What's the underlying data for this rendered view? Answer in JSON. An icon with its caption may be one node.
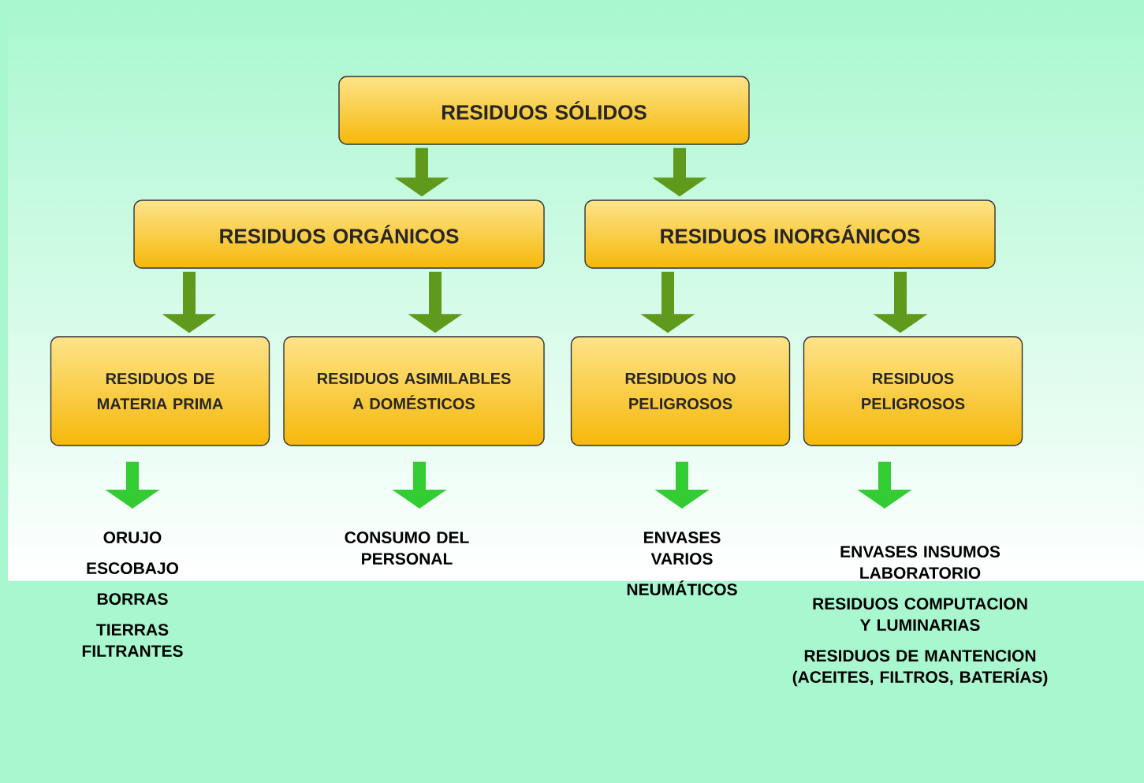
{
  "diagram": {
    "nodes": [
      {
        "text": [
          "RESIDUOS SÓLIDOS"
        ]
      },
      {
        "text": [
          "RESIDUOS ORGÁNICOS"
        ]
      },
      {
        "text": [
          "RESIDUOS INORGÁNICOS"
        ]
      },
      {
        "text": [
          "RESIDUOS DE MATERIA PRIMA"
        ]
      },
      {
        "text": [
          "RESIDUOS ASIMILABLES A DOMÉSTICOS"
        ]
      },
      {
        "text": [
          "RESIDUOS NO PELIGROSOS"
        ]
      },
      {
        "text": [
          "RESIDUOS PELIGROSOS"
        ]
      },
      {
        "text": [
          "ORUJO",
          "ESCOBAJO",
          "BORRAS",
          "TIERRAS FILTRANTES"
        ]
      },
      {
        "text": [
          "CONSUMO DEL PERSONAL"
        ]
      },
      {
        "text": [
          "ENVASES VARIOS",
          "NEUMÁTICOS"
        ]
      },
      {
        "text": [
          "ENVASES INSUMOS LABORATORIO",
          "RESIDUOS COMPUTACION Y LUMINARIAS",
          "RESIDUOS DE MANTENCION (ACEITES, FILTROS, BATERÍAS)"
        ]
      }
    ],
    "edges": [
      {
        "from": 0,
        "to": 1,
        "arrow": "to"
      },
      {
        "from": 0,
        "to": 2,
        "arrow": "to"
      },
      {
        "from": 1,
        "to": 3,
        "arrow": "to"
      },
      {
        "from": 1,
        "to": 4,
        "arrow": "to"
      },
      {
        "from": 2,
        "to": 5,
        "arrow": "to"
      },
      {
        "from": 2,
        "to": 6,
        "arrow": "to"
      },
      {
        "from": 3,
        "to": 7,
        "arrow": "to",
        "color": "#33cc33"
      },
      {
        "from": 4,
        "to": 8,
        "arrow": "to",
        "color": "#33cc33"
      },
      {
        "from": 5,
        "to": 9,
        "arrow": "to",
        "color": "#33cc33"
      },
      {
        "from": 6,
        "to": 10,
        "arrow": "to",
        "color": "#33cc33"
      }
    ]
  }
}
